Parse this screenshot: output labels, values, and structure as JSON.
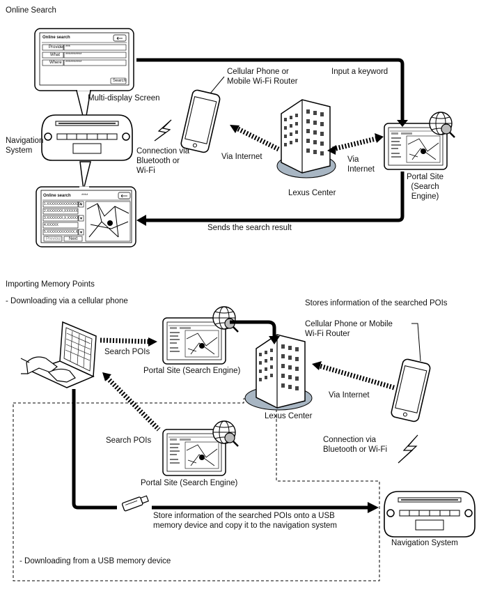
{
  "section1": {
    "title": "Online Search",
    "multi_display_label": "Multi-display Screen",
    "navigation_system_label": "Navigation\nSystem",
    "phone_label": "Cellular Phone or\nMobile Wi-Fi Router",
    "input_keyword": "Input a keyword",
    "connection_label": "Connection via\nBluetooth or\nWi-Fi",
    "via_internet_1": "Via Internet",
    "via_internet_2": "Via\nInternet",
    "lexus_center": "Lexus Center",
    "portal_site": "Portal Site\n(Search\nEngine)",
    "sends_result": "Sends the search result",
    "screen1": {
      "title": "Online search",
      "rows": [
        {
          "label": "Provider",
          "value": "***"
        },
        {
          "label": "What",
          "value": "**********"
        },
        {
          "label": "Where",
          "value": "**********"
        }
      ],
      "search_button": "Search"
    },
    "screen2": {
      "title": "Online search",
      "stars": "****",
      "results": [
        "1.XXXXXXXXXXXXXXX",
        "2.XXXXXXX,XXXXXX",
        "3.XXXXXXX,X,XXXXX",
        "4.XXXXX",
        "5.XXXXXXXXXXXX,X"
      ],
      "previous": "Previous",
      "next": "Next"
    }
  },
  "section2": {
    "title": "Importing Memory Points",
    "sub_cellular": "- Downloading via a cellular phone",
    "stores_info": "Stores information of the searched POIs",
    "phone_label": "Cellular Phone or Mobile\nWi-Fi Router",
    "search_pois_1": "Search POIs",
    "portal_site_1": "Portal Site (Search Engine)",
    "lexus_center": "Lexus Center",
    "via_internet": "Via Internet",
    "search_pois_2": "Search POIs",
    "connection_label": "Connection via\nBluetooth or Wi-Fi",
    "portal_site_2": "Portal Site (Search Engine)",
    "store_usb": "Store information of the searched POIs onto a USB\nmemory device and copy it to the navigation system",
    "navigation_system": "Navigation System",
    "sub_usb": "- Downloading from a USB memory device"
  }
}
